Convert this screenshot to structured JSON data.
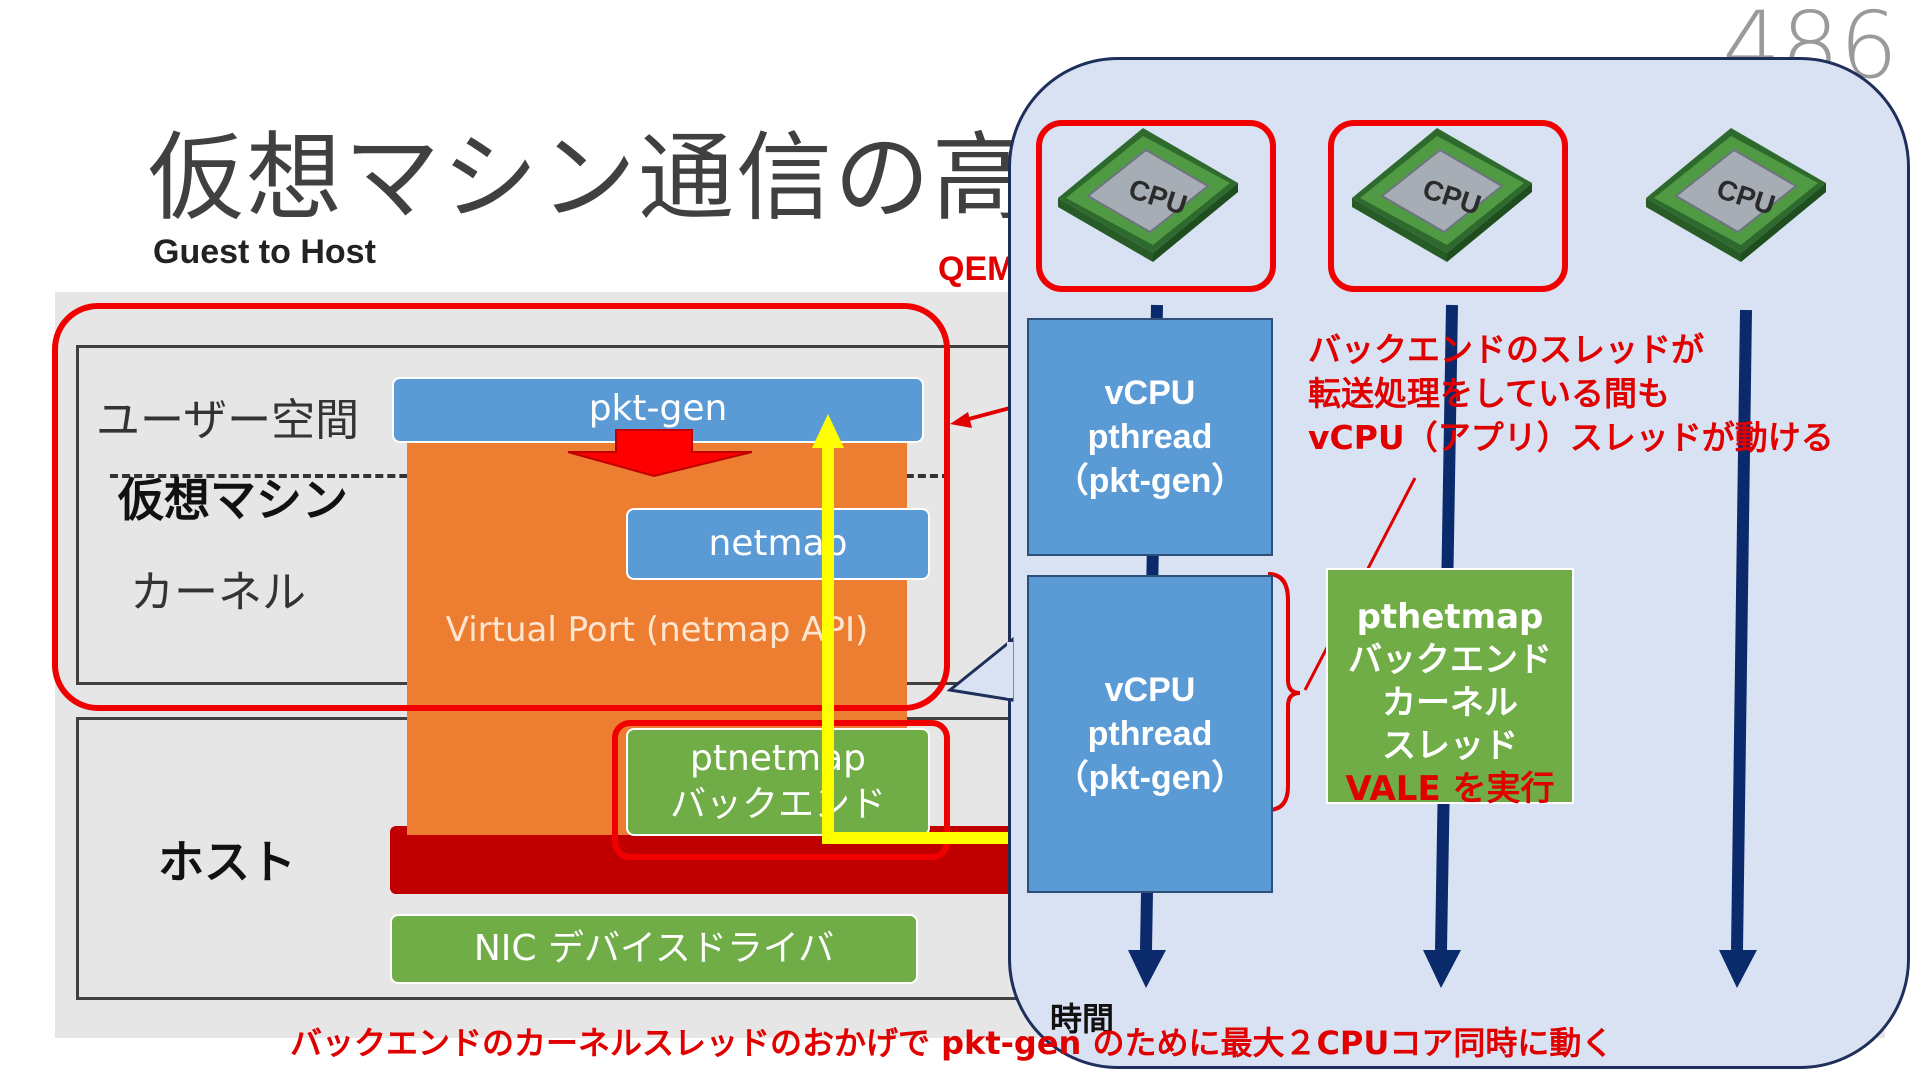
{
  "page_number": "486",
  "slide_title": "仮想マシン通信の高速",
  "subtitle": "Guest to Host",
  "qemu_label": "QEM",
  "left_diagram": {
    "user_space_label": "ユーザー空間",
    "vm_label": "仮想マシン",
    "kernel_label": "カーネル",
    "host_label": "ホスト",
    "pktgen_label": "pkt-gen",
    "netmap_label": "netmap",
    "virtual_port_label": "Virtual Port (netmap API)",
    "ptnetmap_line1": "ptnetmap",
    "ptnetmap_line2": "バックエンド",
    "nic_driver_label": "NIC デバイスドライバ"
  },
  "callout": {
    "cpu_chip_label": "CPU",
    "vcpu_top": {
      "line1": "vCPU",
      "line2": "pthread",
      "line3": "（pkt-gen）"
    },
    "vcpu_bottom": {
      "line1": "vCPU",
      "line2": "pthread",
      "line3": "（pkt-gen）"
    },
    "backend": {
      "line1": "pthetmap",
      "line2": "バックエンド",
      "line3": "カーネル",
      "line4": "スレッド",
      "line5": "VALE を実行"
    },
    "note_line1": "バックエンドのスレッドが",
    "note_line2": "転送処理をしている間も",
    "note_line3": "vCPU（アプリ）スレッドが動ける",
    "time_label": "時間"
  },
  "bottom_note": "バックエンドのカーネルスレッドのおかげで pkt-gen のために最大２CPUコア同時に動く",
  "colors": {
    "accent_red": "#e00000",
    "blue": "#5b9bd5",
    "orange": "#ed7d31",
    "green": "#70ad47",
    "navy": "#1f3a73",
    "yellow": "#ffff00",
    "callout_bg": "#d9e2f3"
  }
}
